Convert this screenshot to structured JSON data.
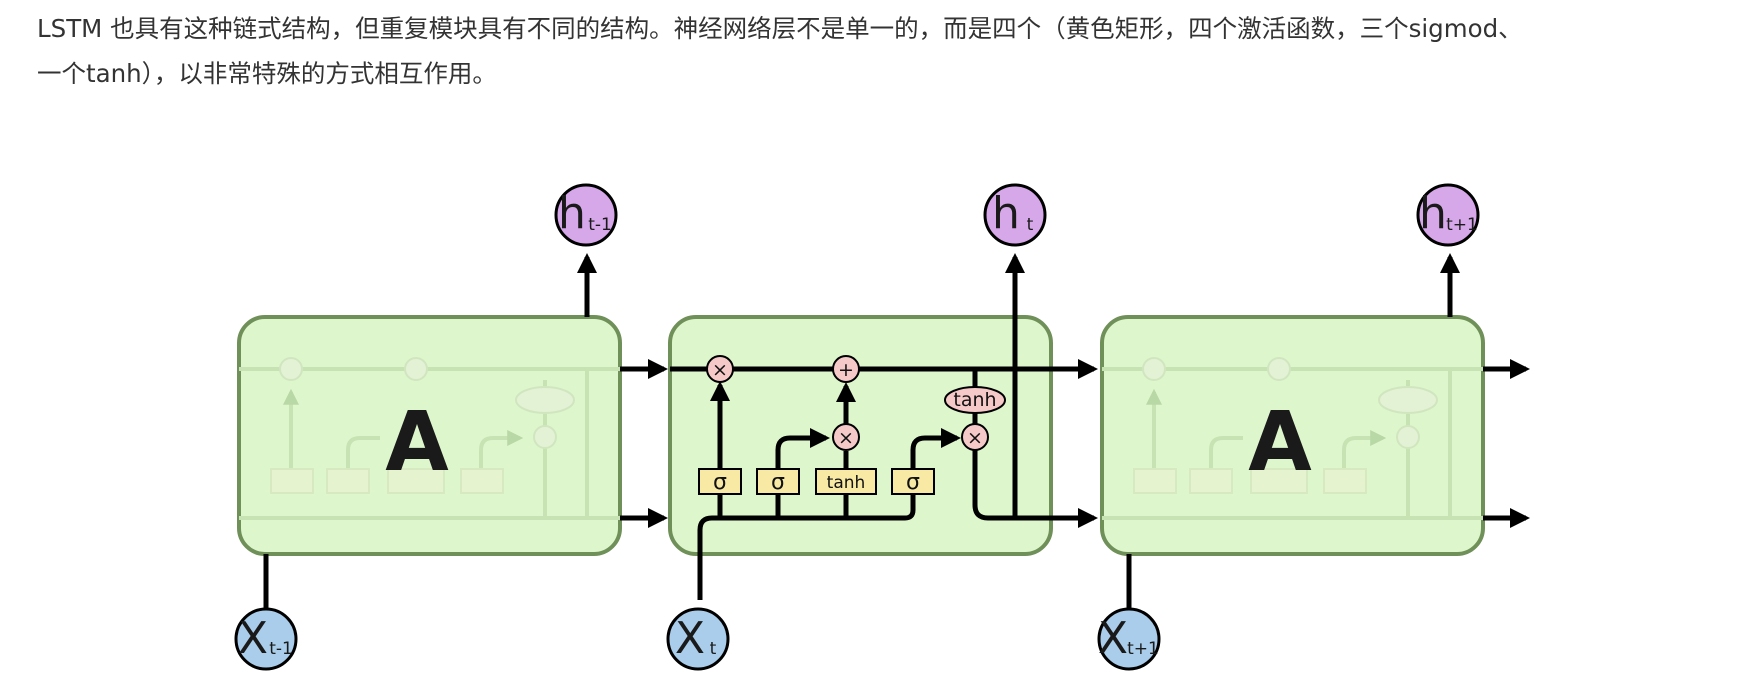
{
  "paragraph": {
    "line1": "LSTM 也具有这种链式结构，但重复模块具有不同的结构。神经网络层不是单一的，而是四个（黄色矩形，四个激活函数，三个sigmod、",
    "line2": "一个tanh），以非常特殊的方式相互作用。"
  },
  "diagram": {
    "cells": [
      {
        "label": "A"
      },
      {
        "label": ""
      },
      {
        "label": "A"
      }
    ],
    "outputs": [
      {
        "base": "h",
        "sub": "t-1"
      },
      {
        "base": "h",
        "sub": "t"
      },
      {
        "base": "h",
        "sub": "t+1"
      }
    ],
    "inputs": [
      {
        "base": "X",
        "sub": "t-1"
      },
      {
        "base": "X",
        "sub": "t"
      },
      {
        "base": "X",
        "sub": "t+1"
      }
    ],
    "gates": [
      "σ",
      "σ",
      "tanh",
      "σ"
    ],
    "pointwise": {
      "multiply": "×",
      "add": "+",
      "tanh": "tanh"
    },
    "colors": {
      "cell_fill": "#def6cc",
      "cell_stroke": "#6f9058",
      "output_node": "#d6a8ea",
      "input_node": "#a9cdea",
      "gate_fill": "#f8e9a4",
      "pointwise_fill": "#f6c9c9",
      "line": "#000000"
    }
  }
}
